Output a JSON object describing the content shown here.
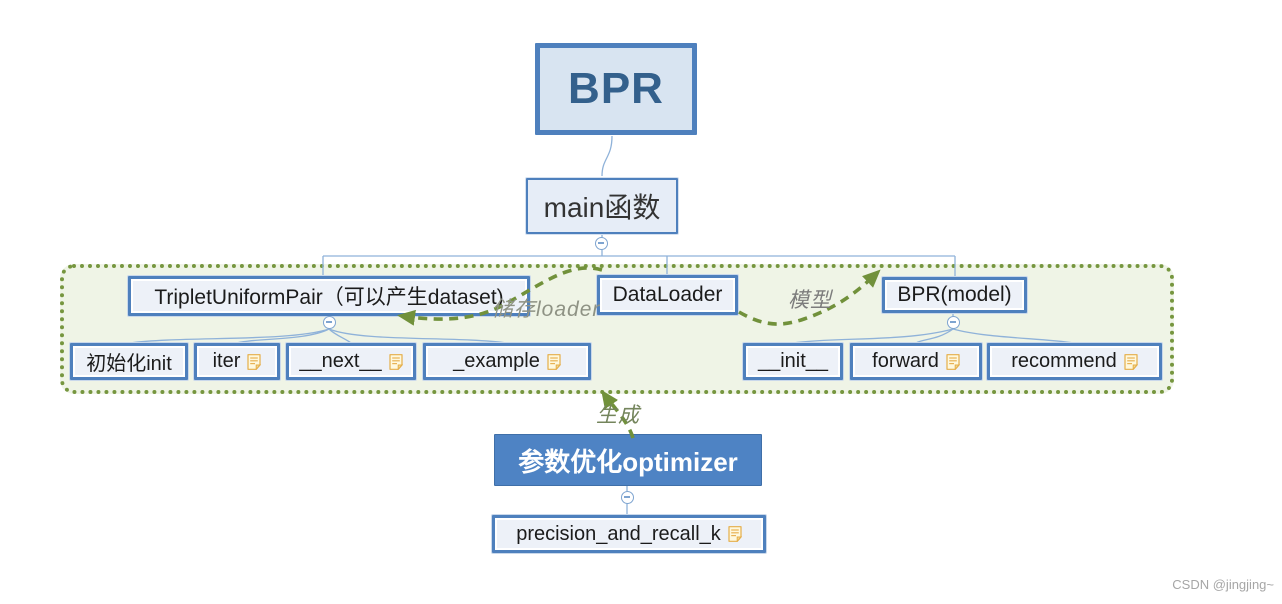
{
  "page": {
    "watermark": "CSDN @jingjing~"
  },
  "colors": {
    "accent_blue": "#4E80BD",
    "node_fill": "#EDF1F8",
    "root_fill": "#D8E4F1",
    "root_text": "#33608C",
    "optimizer_fill": "#4E83C4",
    "boundary_border": "#76963F",
    "boundary_fill": "#EFF4E6",
    "arrow_olive": "#71913B",
    "note_icon_yellow": "#E5AE49"
  },
  "root": {
    "label": "BPR"
  },
  "main": {
    "label": "main函数"
  },
  "boundary": {
    "classes": [
      {
        "label": "TripletUniformPair（可以产生dataset)",
        "children": [
          {
            "label": "初始化init"
          },
          {
            "label": "iter",
            "icon": "note-icon"
          },
          {
            "label": "__next__",
            "icon": "note-icon"
          },
          {
            "label": "_example",
            "icon": "note-icon"
          }
        ]
      },
      {
        "label": "DataLoader",
        "children": []
      },
      {
        "label": "BPR(model)",
        "children": [
          {
            "label": "__init__"
          },
          {
            "label": "forward",
            "icon": "note-icon"
          },
          {
            "label": "recommend",
            "icon": "note-icon"
          }
        ]
      }
    ]
  },
  "relations": [
    {
      "label": "储存loader"
    },
    {
      "label": "模型"
    },
    {
      "label": "生成"
    }
  ],
  "optimizer": {
    "label": "参数优化optimizer"
  },
  "metric": {
    "label": "precision_and_recall_k",
    "icon": "note-icon"
  }
}
